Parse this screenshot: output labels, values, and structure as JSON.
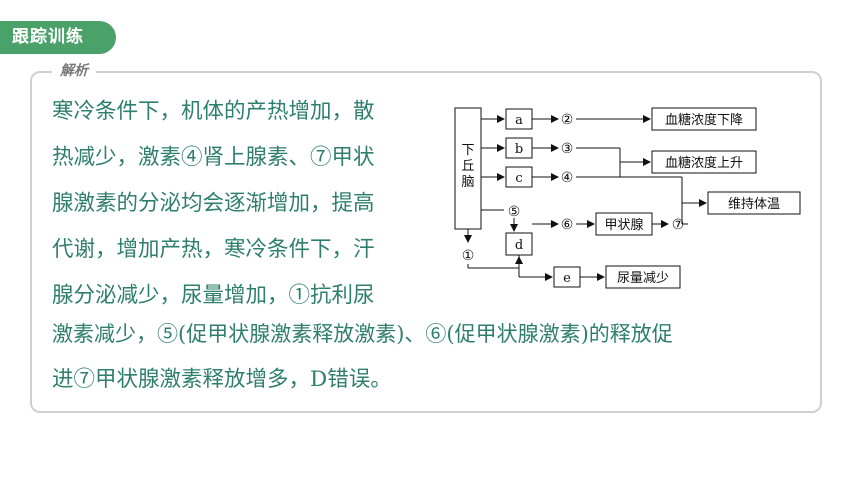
{
  "header": {
    "tag": "跟踪训练"
  },
  "panel": {
    "label": "解析",
    "lines": [
      "寒冷条件下，机体的产热增加，散",
      "热减少，激素④肾上腺素、⑦甲状",
      "腺激素的分泌均会逐渐增加，提高",
      "代谢，增加产热，寒冷条件下，汗",
      "腺分泌减少，尿量增加，①抗利尿",
      "激素减少，⑤(促甲状腺激素释放激素)、⑥(促甲状腺激素)的释放促",
      "进⑦甲状腺激素释放增多，D错误。"
    ]
  },
  "diagram": {
    "hypothalamus": "下丘脑",
    "nodes": {
      "a": "a",
      "b": "b",
      "c": "c",
      "d": "d",
      "e": "e"
    },
    "markers": {
      "m1": "①",
      "m2": "②",
      "m3": "③",
      "m4": "④",
      "m5": "⑤",
      "m6": "⑥",
      "m7": "⑦"
    },
    "outcomes": {
      "glucose_down": "血糖浓度下降",
      "glucose_up": "血糖浓度上升",
      "thyroid": "甲状腺",
      "body_temp": "维持体温",
      "urine": "尿量减少"
    }
  }
}
